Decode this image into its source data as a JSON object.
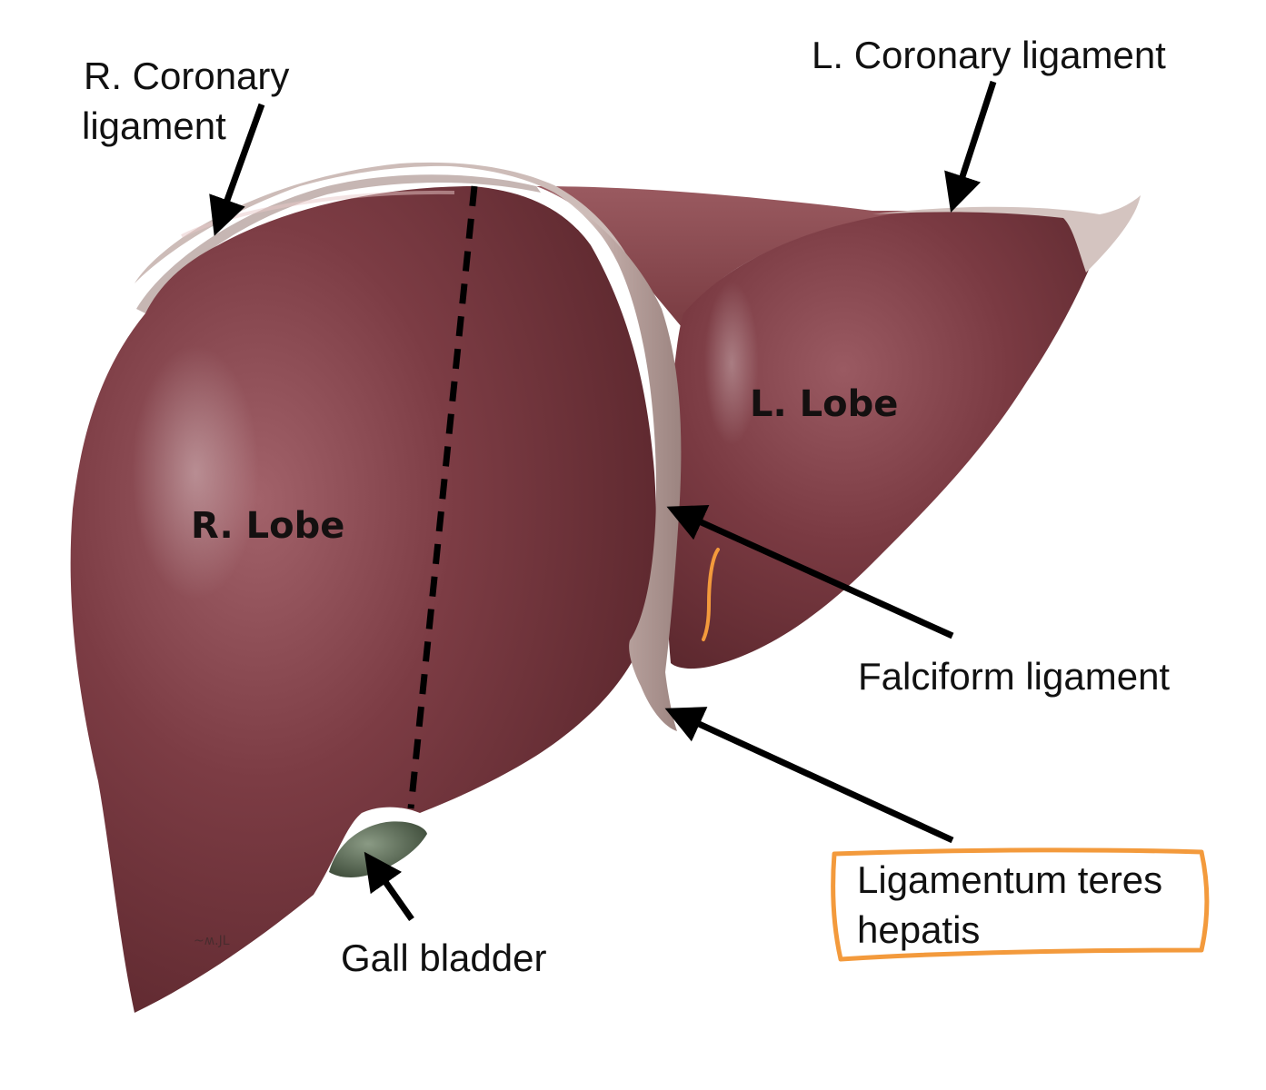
{
  "labels": {
    "r_coronary_line1": "R. Coronary",
    "r_coronary_line2": "ligament",
    "l_coronary": "L. Coronary ligament",
    "r_lobe": "R. Lobe",
    "l_lobe": "L. Lobe",
    "falciform": "Falciform ligament",
    "ligamentum_line1": "Ligamentum teres",
    "ligamentum_line2": "hepatis",
    "gall_bladder": "Gall bladder"
  },
  "colors": {
    "liver": "#7a3a40",
    "liver_dark": "#5a262c",
    "ligament": "#c8b4b0",
    "gallbladder": "#4a5a44",
    "highlight_box": "#f39a3c",
    "arrow": "#000000"
  }
}
